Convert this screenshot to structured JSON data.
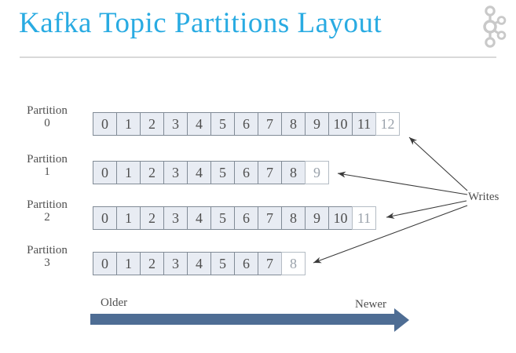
{
  "slide": {
    "title": "Kafka Topic Partitions Layout",
    "title_color": "#29abe2",
    "logo_icon": "kafka-logo",
    "logo_color": "#c9c9c9"
  },
  "diagram": {
    "partitions": [
      {
        "label": "Partition",
        "number": "0",
        "segments": [
          "0",
          "1",
          "2",
          "3",
          "4",
          "5",
          "6",
          "7",
          "8",
          "9",
          "10",
          "11"
        ],
        "next_segment": "12"
      },
      {
        "label": "Partition",
        "number": "1",
        "segments": [
          "0",
          "1",
          "2",
          "3",
          "4",
          "5",
          "6",
          "7",
          "8"
        ],
        "next_segment": "9"
      },
      {
        "label": "Partition",
        "number": "2",
        "segments": [
          "0",
          "1",
          "2",
          "3",
          "4",
          "5",
          "6",
          "7",
          "8",
          "9",
          "10"
        ],
        "next_segment": "11"
      },
      {
        "label": "Partition",
        "number": "3",
        "segments": [
          "0",
          "1",
          "2",
          "3",
          "4",
          "5",
          "6",
          "7"
        ],
        "next_segment": "8"
      }
    ],
    "writes_label": "Writes",
    "timeline": {
      "older_label": "Older",
      "newer_label": "Newer",
      "arrow_color": "#4e6d94"
    },
    "colors": {
      "cell_fill": "#e8ecf3",
      "cell_border": "#818b96",
      "cell_text": "#4f4f4f",
      "next_cell_border": "#b4bcc4",
      "next_cell_text": "#9aa2ab",
      "connector": "#3a3a3a",
      "label_text": "#4f4f4f"
    }
  }
}
